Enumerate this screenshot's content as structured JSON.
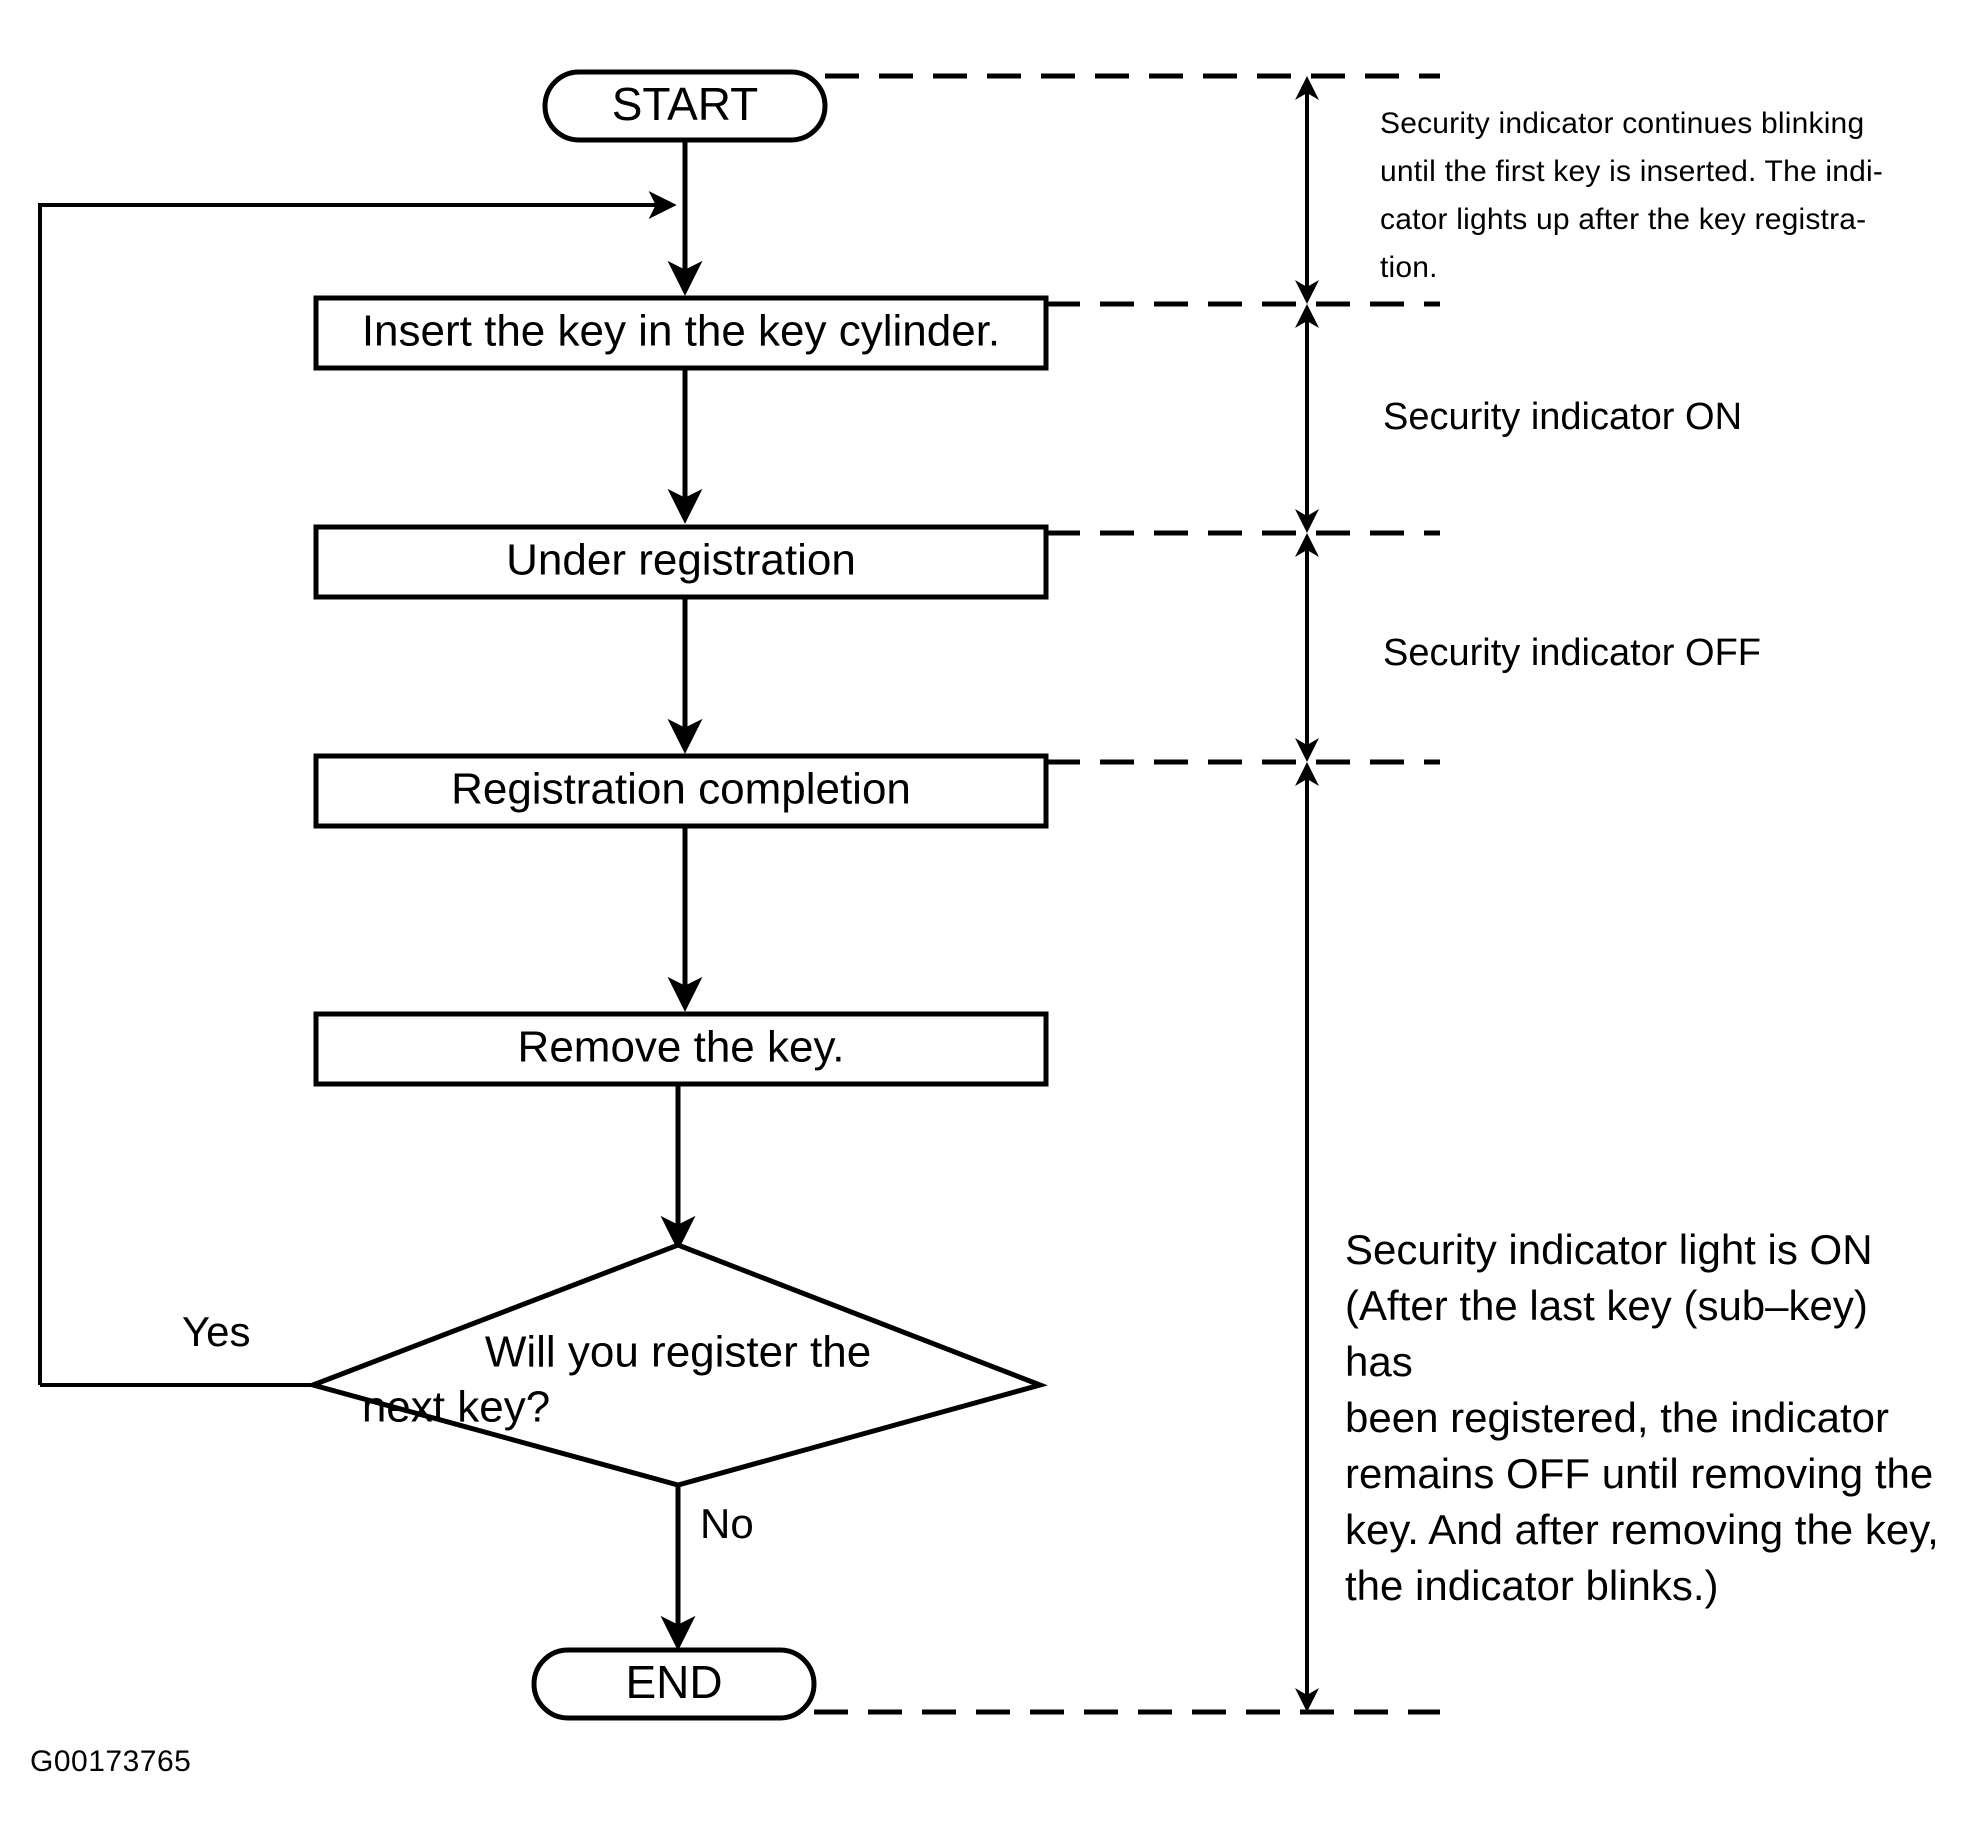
{
  "figure": {
    "code": "G00173765",
    "type": "flowchart"
  },
  "flow": {
    "start": {
      "label": "START",
      "shape": "terminator"
    },
    "end": {
      "label": "END",
      "shape": "terminator"
    },
    "steps": [
      {
        "id": "insert-key",
        "label": "Insert the key in the key cylinder.",
        "shape": "process"
      },
      {
        "id": "under-registration",
        "label": "Under registration",
        "shape": "process"
      },
      {
        "id": "registration-completion",
        "label": "Registration completion",
        "shape": "process"
      },
      {
        "id": "remove-key",
        "label": "Remove the key.",
        "shape": "process"
      }
    ],
    "decision": {
      "id": "register-next-key",
      "label_line1": "Will  you  register  the",
      "label_line2": "next key?",
      "shape": "decision",
      "branch_yes": "Yes",
      "branch_no": "No"
    }
  },
  "annotations": {
    "note_blinking": {
      "lines": [
        "Security indicator continues blinking",
        "until the first key is inserted. The indi-",
        "cator lights up after the key registra-",
        "tion."
      ]
    },
    "indicator_on": "Security indicator ON",
    "indicator_off": "Security indicator OFF",
    "note_last_key": {
      "lines": [
        "Security indicator light is ON",
        "(After the last key (sub–key) has",
        "been  registered,  the  indicator",
        "remains OFF until removing the",
        "key. And after removing the key,",
        "the indicator blinks.)"
      ]
    }
  },
  "colors": {
    "ink": "#000000",
    "paper": "#ffffff"
  }
}
